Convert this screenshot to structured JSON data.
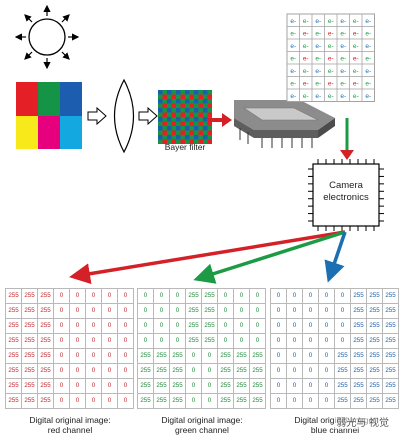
{
  "labels": {
    "bayer_filter": "Bayer filter",
    "camera_electronics_line1": "Camera",
    "camera_electronics_line2": "electronics"
  },
  "channels": [
    {
      "key": "red",
      "title_line1": "Digital original image:",
      "title_line2": "red channel",
      "color": "#c0272d",
      "rows": [
        [
          "255",
          "255",
          "255",
          "0",
          "0",
          "0",
          "0",
          "0"
        ],
        [
          "255",
          "255",
          "255",
          "0",
          "0",
          "0",
          "0",
          "0"
        ],
        [
          "255",
          "255",
          "255",
          "0",
          "0",
          "0",
          "0",
          "0"
        ],
        [
          "255",
          "255",
          "255",
          "0",
          "0",
          "0",
          "0",
          "0"
        ],
        [
          "255",
          "255",
          "255",
          "0",
          "0",
          "0",
          "0",
          "0"
        ],
        [
          "255",
          "255",
          "255",
          "0",
          "0",
          "0",
          "0",
          "0"
        ],
        [
          "255",
          "255",
          "255",
          "0",
          "0",
          "0",
          "0",
          "0"
        ],
        [
          "255",
          "255",
          "255",
          "0",
          "0",
          "0",
          "0",
          "0"
        ]
      ]
    },
    {
      "key": "green",
      "title_line1": "Digital original image:",
      "title_line2": "green channel",
      "color": "#1f8a3a",
      "rows": [
        [
          "0",
          "0",
          "0",
          "255",
          "255",
          "0",
          "0",
          "0"
        ],
        [
          "0",
          "0",
          "0",
          "255",
          "255",
          "0",
          "0",
          "0"
        ],
        [
          "0",
          "0",
          "0",
          "255",
          "255",
          "0",
          "0",
          "0"
        ],
        [
          "0",
          "0",
          "0",
          "255",
          "255",
          "0",
          "0",
          "0"
        ],
        [
          "255",
          "255",
          "255",
          "0",
          "0",
          "255",
          "255",
          "255"
        ],
        [
          "255",
          "255",
          "255",
          "0",
          "0",
          "255",
          "255",
          "255"
        ],
        [
          "255",
          "255",
          "255",
          "0",
          "0",
          "255",
          "255",
          "255"
        ],
        [
          "255",
          "255",
          "255",
          "0",
          "0",
          "255",
          "255",
          "255"
        ]
      ]
    },
    {
      "key": "blue",
      "title_line1": "Digital original image:",
      "title_line2": "blue channel",
      "color": "#1f5fa8",
      "rows": [
        [
          "0",
          "0",
          "0",
          "0",
          "0",
          "255",
          "255",
          "255"
        ],
        [
          "0",
          "0",
          "0",
          "0",
          "0",
          "255",
          "255",
          "255"
        ],
        [
          "0",
          "0",
          "0",
          "0",
          "0",
          "255",
          "255",
          "255"
        ],
        [
          "0",
          "0",
          "0",
          "0",
          "0",
          "255",
          "255",
          "255"
        ],
        [
          "0",
          "0",
          "0",
          "0",
          "255",
          "255",
          "255",
          "255"
        ],
        [
          "0",
          "0",
          "0",
          "0",
          "255",
          "255",
          "255",
          "255"
        ],
        [
          "0",
          "0",
          "0",
          "0",
          "255",
          "255",
          "255",
          "255"
        ],
        [
          "0",
          "0",
          "0",
          "0",
          "255",
          "255",
          "255",
          "255"
        ]
      ]
    }
  ],
  "sensor_symbols": [
    "e-"
  ],
  "palette": {
    "red": "#e41f26",
    "green": "#159447",
    "blue": "#1c5db0",
    "yellow": "#f7e91a",
    "magenta": "#e6007e",
    "cyan": "#13a9e0",
    "arrow_red": "#d42027",
    "arrow_green": "#1c9a44",
    "arrow_blue": "#1b6fb3"
  },
  "watermark": "弱光与 视觉"
}
